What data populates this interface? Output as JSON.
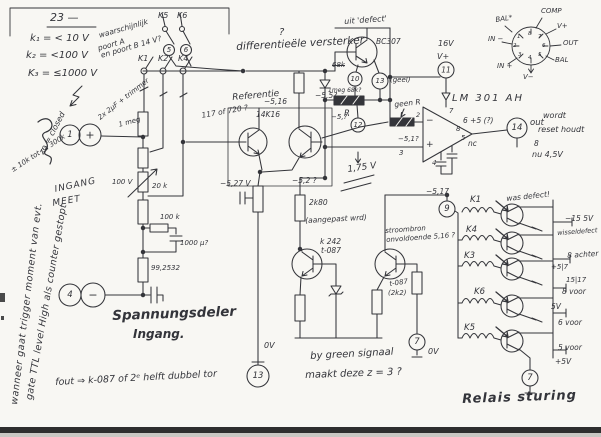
{
  "header": {
    "sheet_no": "23 —",
    "k1": "k₁ = < 10 V",
    "k2": "k₂ = <100 V",
    "k3": "K₃ = ≤1000 V",
    "prob1": "waarschijnlijk",
    "prob2": "poort A",
    "prob3": "en poort B 14 V?"
  },
  "margin": {
    "line1": "wanneer gaat trigger moment van evt.",
    "line2": "gate TTL level High als counter gestopt",
    "line3": "zo = closed"
  },
  "switches": {
    "k5": "K5",
    "k6": "K6",
    "c5": "5",
    "c6": "6",
    "k1": "K1",
    "k2": "K2",
    "k4": "K4"
  },
  "input": {
    "c1": "1",
    "cplus": "+",
    "c4": "4",
    "cminus": "−",
    "ingang": "INGANG",
    "meet": "MEET"
  },
  "divider": {
    "note_trimmer": "2x 2µF + trimmer",
    "note_range": "± 10k tot ca 300k",
    "r1": "1 meg",
    "v100": "100 V",
    "r20k": "20 k",
    "r100k": "100 k",
    "c1000": "1000 µ?",
    "r99": "99,2532",
    "title1": "Spannungsdeler",
    "title2": "Ingang.",
    "fault_note": "fout ⇒ k-087 of 2ᵉ helft dubbel tor"
  },
  "diffamp": {
    "q": "?",
    "title": "differentieële versterker",
    "referentie": "Referentie",
    "vref": "−5,16",
    "alt": "117 of 720 ?",
    "part": "14K16",
    "v55": "−5,5?",
    "v527": "−5,27 V",
    "v52": "−5,2 ?",
    "v175": "1,75 V",
    "r2k80": "2k80",
    "adjust": "(aangepast wrd)",
    "c13": "13",
    "v0": "0V"
  },
  "bc307": {
    "note": "uit 'defect'",
    "part": "BC307",
    "c10": "10",
    "c13": "13",
    "geel": "(geel)",
    "r68k": "68k",
    "r68b": "1meg 68k?"
  },
  "mid": {
    "r": "R",
    "geen_r": "geen R",
    "c12": "12",
    "v5": "−5,?",
    "v51": "−5,1?"
  },
  "opamp": {
    "part": "LM 301 AH",
    "v16": "16V",
    "vplus": "V+",
    "c11": "11",
    "p7": "7",
    "p2": "2",
    "p3": "3",
    "p4": "4",
    "p8": "8",
    "p5": "5",
    "p6": "6  +5 (?)",
    "nc": "nc",
    "minus": "−",
    "plus": "+",
    "c14": "14",
    "out": "out",
    "note1": "wordt",
    "note2": "reset houdt",
    "p8b": "8",
    "nu": "nu 4,5V"
  },
  "pinout": {
    "bal1": "BAL*",
    "comp": "COMP",
    "vplus": "V+",
    "out": "OUT",
    "bal2": "BAL",
    "vminus": "V−",
    "inplus": "IN +",
    "inminus": "IN −",
    "p1": "1",
    "p2": "2",
    "p3": "3",
    "p4": "4",
    "p5": "5",
    "p6": "6",
    "p7": "7",
    "p8": "8"
  },
  "source": {
    "q3a": "k 242",
    "q3b": "t-087",
    "note1": "stroombron",
    "note2": "onvoldoende 5,16 ?",
    "q4a": "t-087",
    "q4b": "(2k2)",
    "c7": "7",
    "v0": "0V"
  },
  "relays": {
    "v517": "−5,17",
    "c9": "9",
    "k1": "K1",
    "k4": "K4",
    "k3": "K3",
    "k6": "K6",
    "k5": "K5",
    "was_defect": "was defect!",
    "r1a": "−15  5V",
    "r1b": "wisseldefect",
    "r2": "8 achter",
    "r3a": "+5|7",
    "r3b": "15|17",
    "r3c": "8 voor",
    "r4a": "5V",
    "r4b": "6 voor",
    "r5a": "5 voor",
    "r5b": "+5V",
    "c7": "7",
    "title": "Relais sturing"
  },
  "notes": {
    "green1": "by green signaal",
    "green2": "maakt deze  z = 3 ?"
  }
}
